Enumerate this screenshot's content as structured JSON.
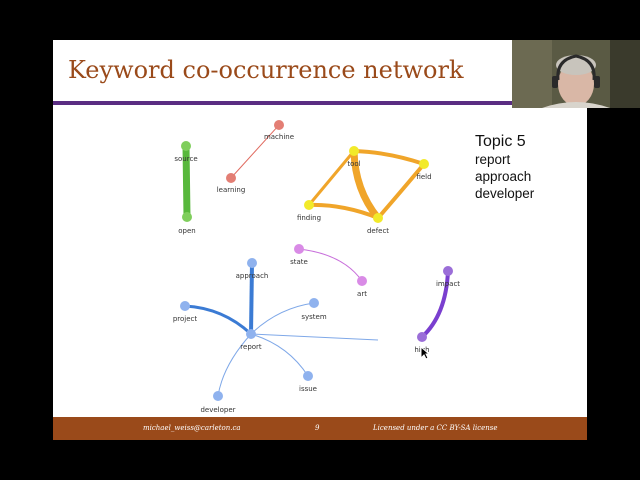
{
  "slide": {
    "title": "Keyword co-occurrence network",
    "topic": {
      "title": "Topic 5",
      "words": [
        "report",
        "approach",
        "developer"
      ]
    },
    "footer": {
      "email": "michael_weiss@carleton.ca",
      "page_number": "9",
      "license": "Licensed under a CC BY-SA license"
    },
    "colors": {
      "title": "#9a4a1a",
      "rule": "#5a2d82",
      "footer_bg": "#9a4a1a",
      "green": "#58b83c",
      "red": "#e06a5f",
      "orange": "#f0a52a",
      "node_yellow": "#f2ea2a",
      "blue": "#3b7bd4",
      "node_blue": "#8fb2ee",
      "violet": "#c86fdb",
      "purple": "#7a3fcf"
    }
  },
  "network": {
    "nodes": [
      {
        "id": "source",
        "label": "source"
      },
      {
        "id": "open",
        "label": "open"
      },
      {
        "id": "machine",
        "label": "machine"
      },
      {
        "id": "learning",
        "label": "learning"
      },
      {
        "id": "tool",
        "label": "tool"
      },
      {
        "id": "field",
        "label": "field"
      },
      {
        "id": "finding",
        "label": "finding"
      },
      {
        "id": "defect",
        "label": "defect"
      },
      {
        "id": "state",
        "label": "state"
      },
      {
        "id": "art",
        "label": "art"
      },
      {
        "id": "impact",
        "label": "impact"
      },
      {
        "id": "high",
        "label": "high"
      },
      {
        "id": "approach",
        "label": "approach"
      },
      {
        "id": "project",
        "label": "project"
      },
      {
        "id": "system",
        "label": "system"
      },
      {
        "id": "report",
        "label": "report"
      },
      {
        "id": "issue",
        "label": "issue"
      },
      {
        "id": "developer",
        "label": "developer"
      }
    ]
  },
  "icons": {
    "cursor": "mouse-pointer-icon",
    "presenter": "webcam-presenter"
  }
}
